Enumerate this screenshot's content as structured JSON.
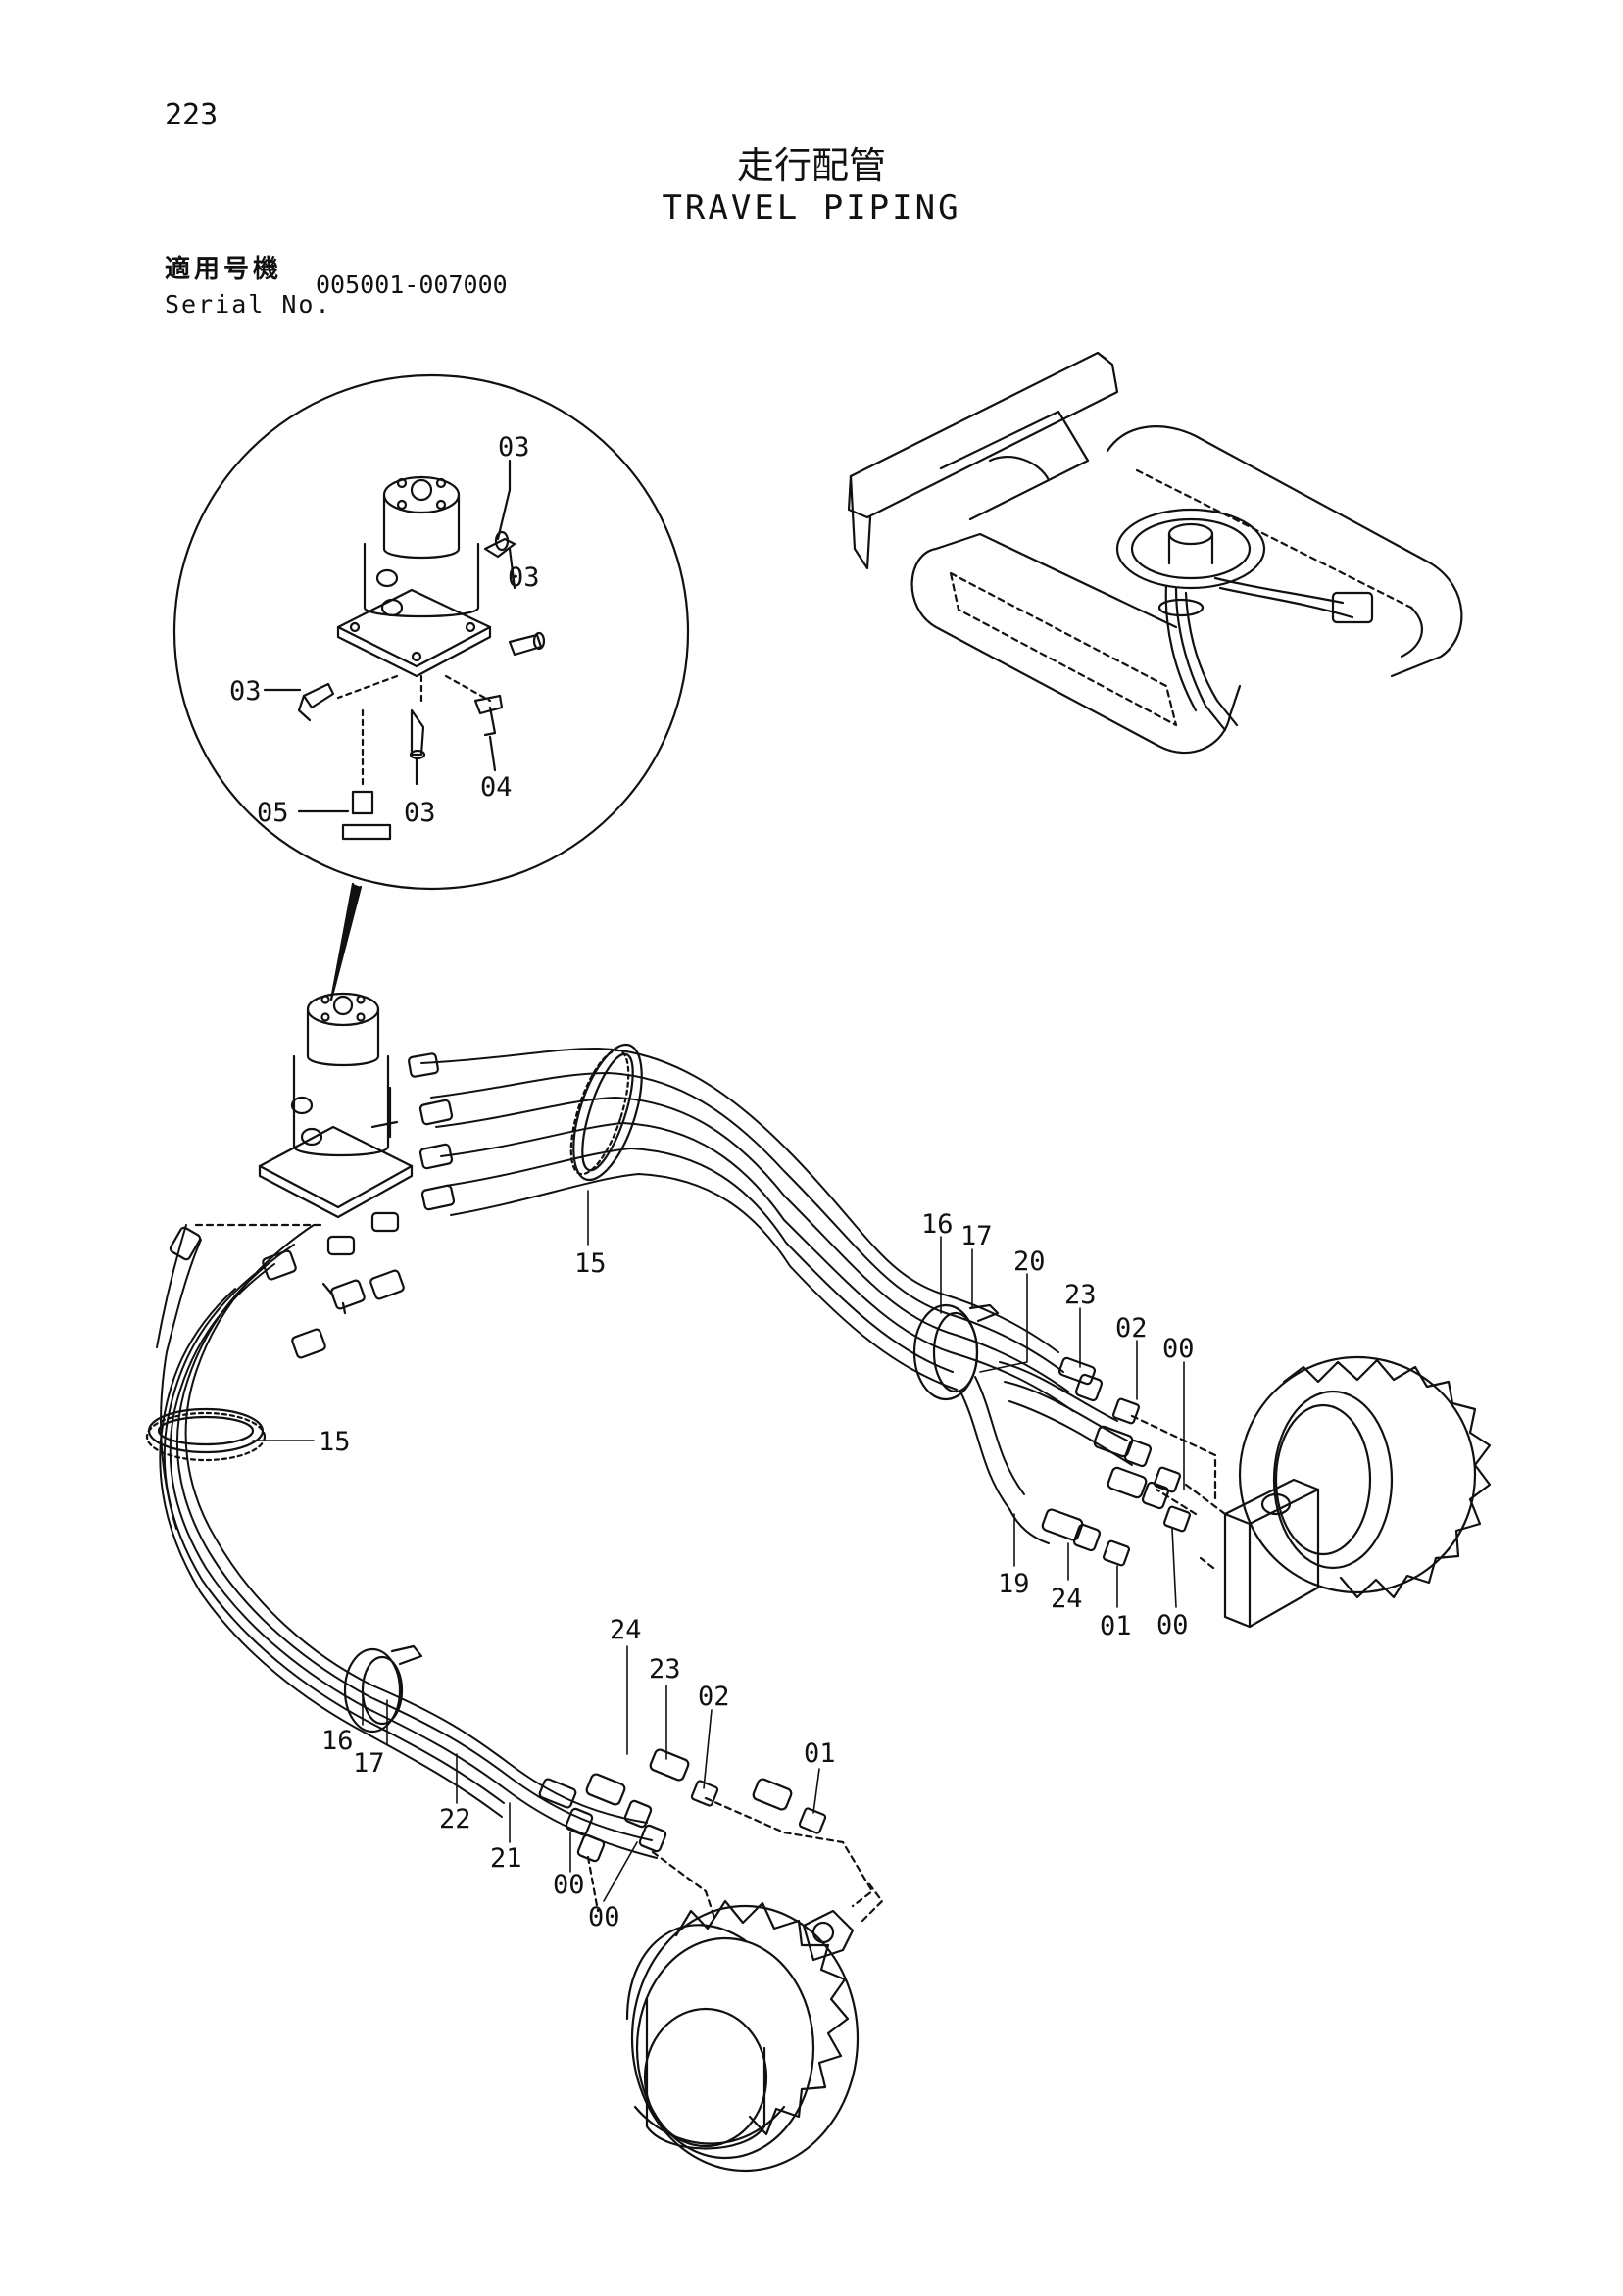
{
  "header": {
    "page_number": "223",
    "title_jp": "走行配管",
    "title_en": "TRAVEL PIPING",
    "serial_label_jp": "適用号機",
    "serial_label_en": "Serial No.",
    "serial_range": "005001-007000"
  },
  "callouts": {
    "detail_03_a": "03",
    "detail_03_b": "03",
    "detail_03_c": "03",
    "detail_03_d": "03",
    "detail_04": "04",
    "detail_05": "05",
    "clamp_15_top": "15",
    "clamp_15_left": "15",
    "r16": "16",
    "r17": "17",
    "r20": "20",
    "r23": "23",
    "r02": "02",
    "r00_a": "00",
    "r19": "19",
    "r24": "24",
    "r01": "01",
    "r00_b": "00",
    "l16": "16",
    "l17": "17",
    "l24": "24",
    "l23": "23",
    "l02": "02",
    "l01": "01",
    "l22": "22",
    "l21": "21",
    "l00_a": "00",
    "l00_b": "00"
  }
}
